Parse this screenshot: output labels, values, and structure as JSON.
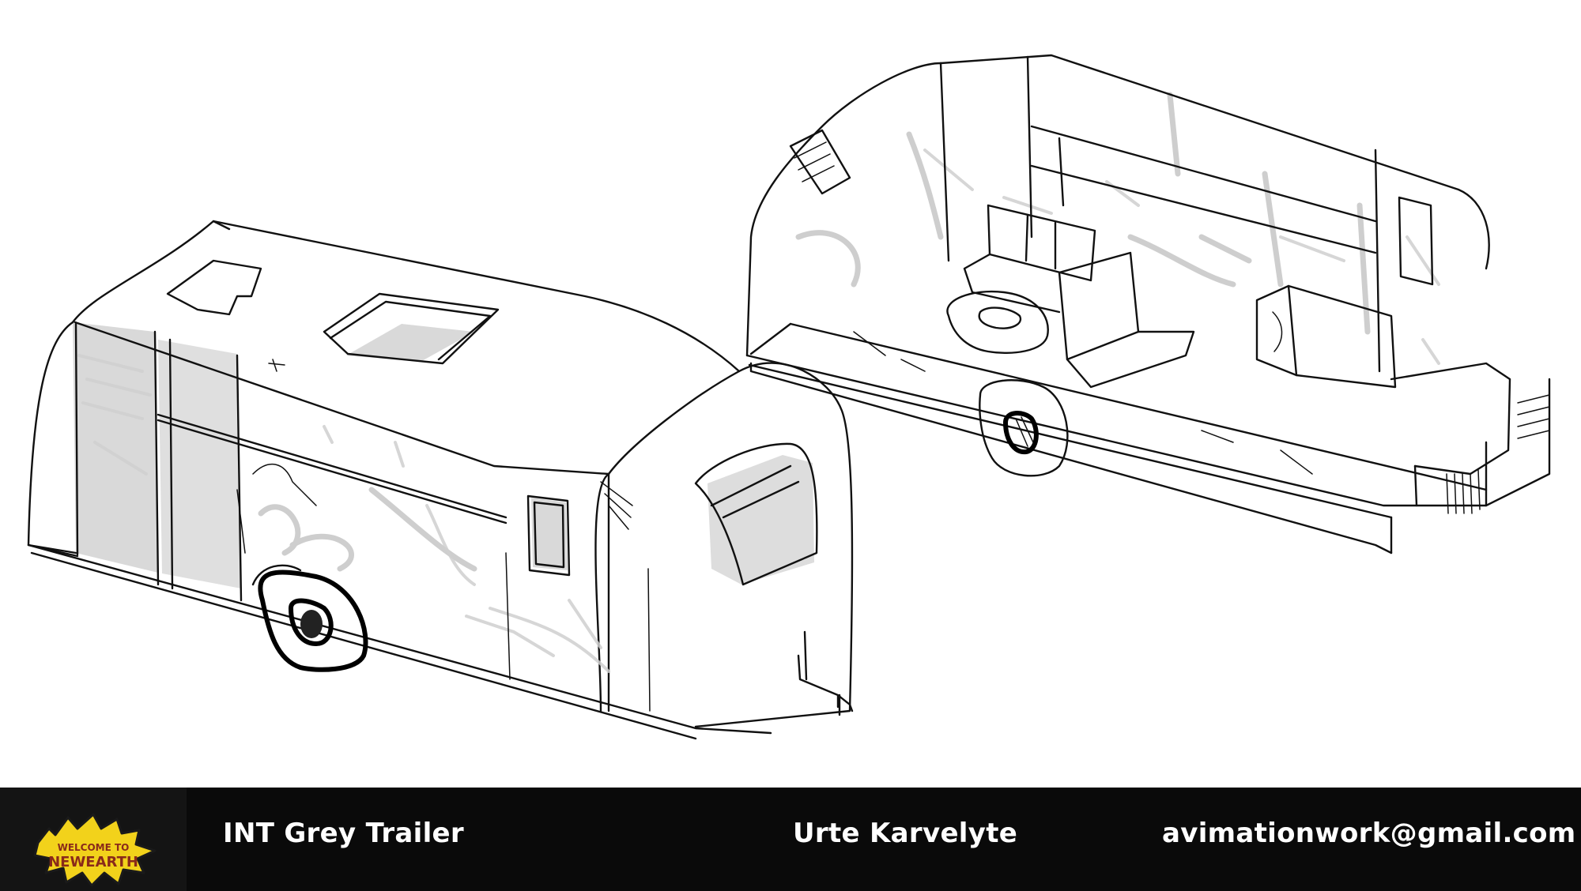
{
  "artwork": {
    "subject_left": "exterior-trailer-sketch",
    "subject_right": "cutaway-interior-trailer-sketch"
  },
  "footer": {
    "logo": {
      "icon": "welcome-to-newearth-logo",
      "text_line1": "WELCOME TO",
      "text_line2": "NEWEARTH",
      "colors": {
        "fill": "#f2d21b",
        "outline": "#1a1a1a",
        "text": "#8a2a1a"
      }
    },
    "title": "INT Grey Trailer",
    "artist": "Urte Karvelyte",
    "email": "avimationwork@gmail.com",
    "colors": {
      "bar": "#0a0a0a",
      "logo_panel": "#141414",
      "text": "#ffffff"
    }
  }
}
